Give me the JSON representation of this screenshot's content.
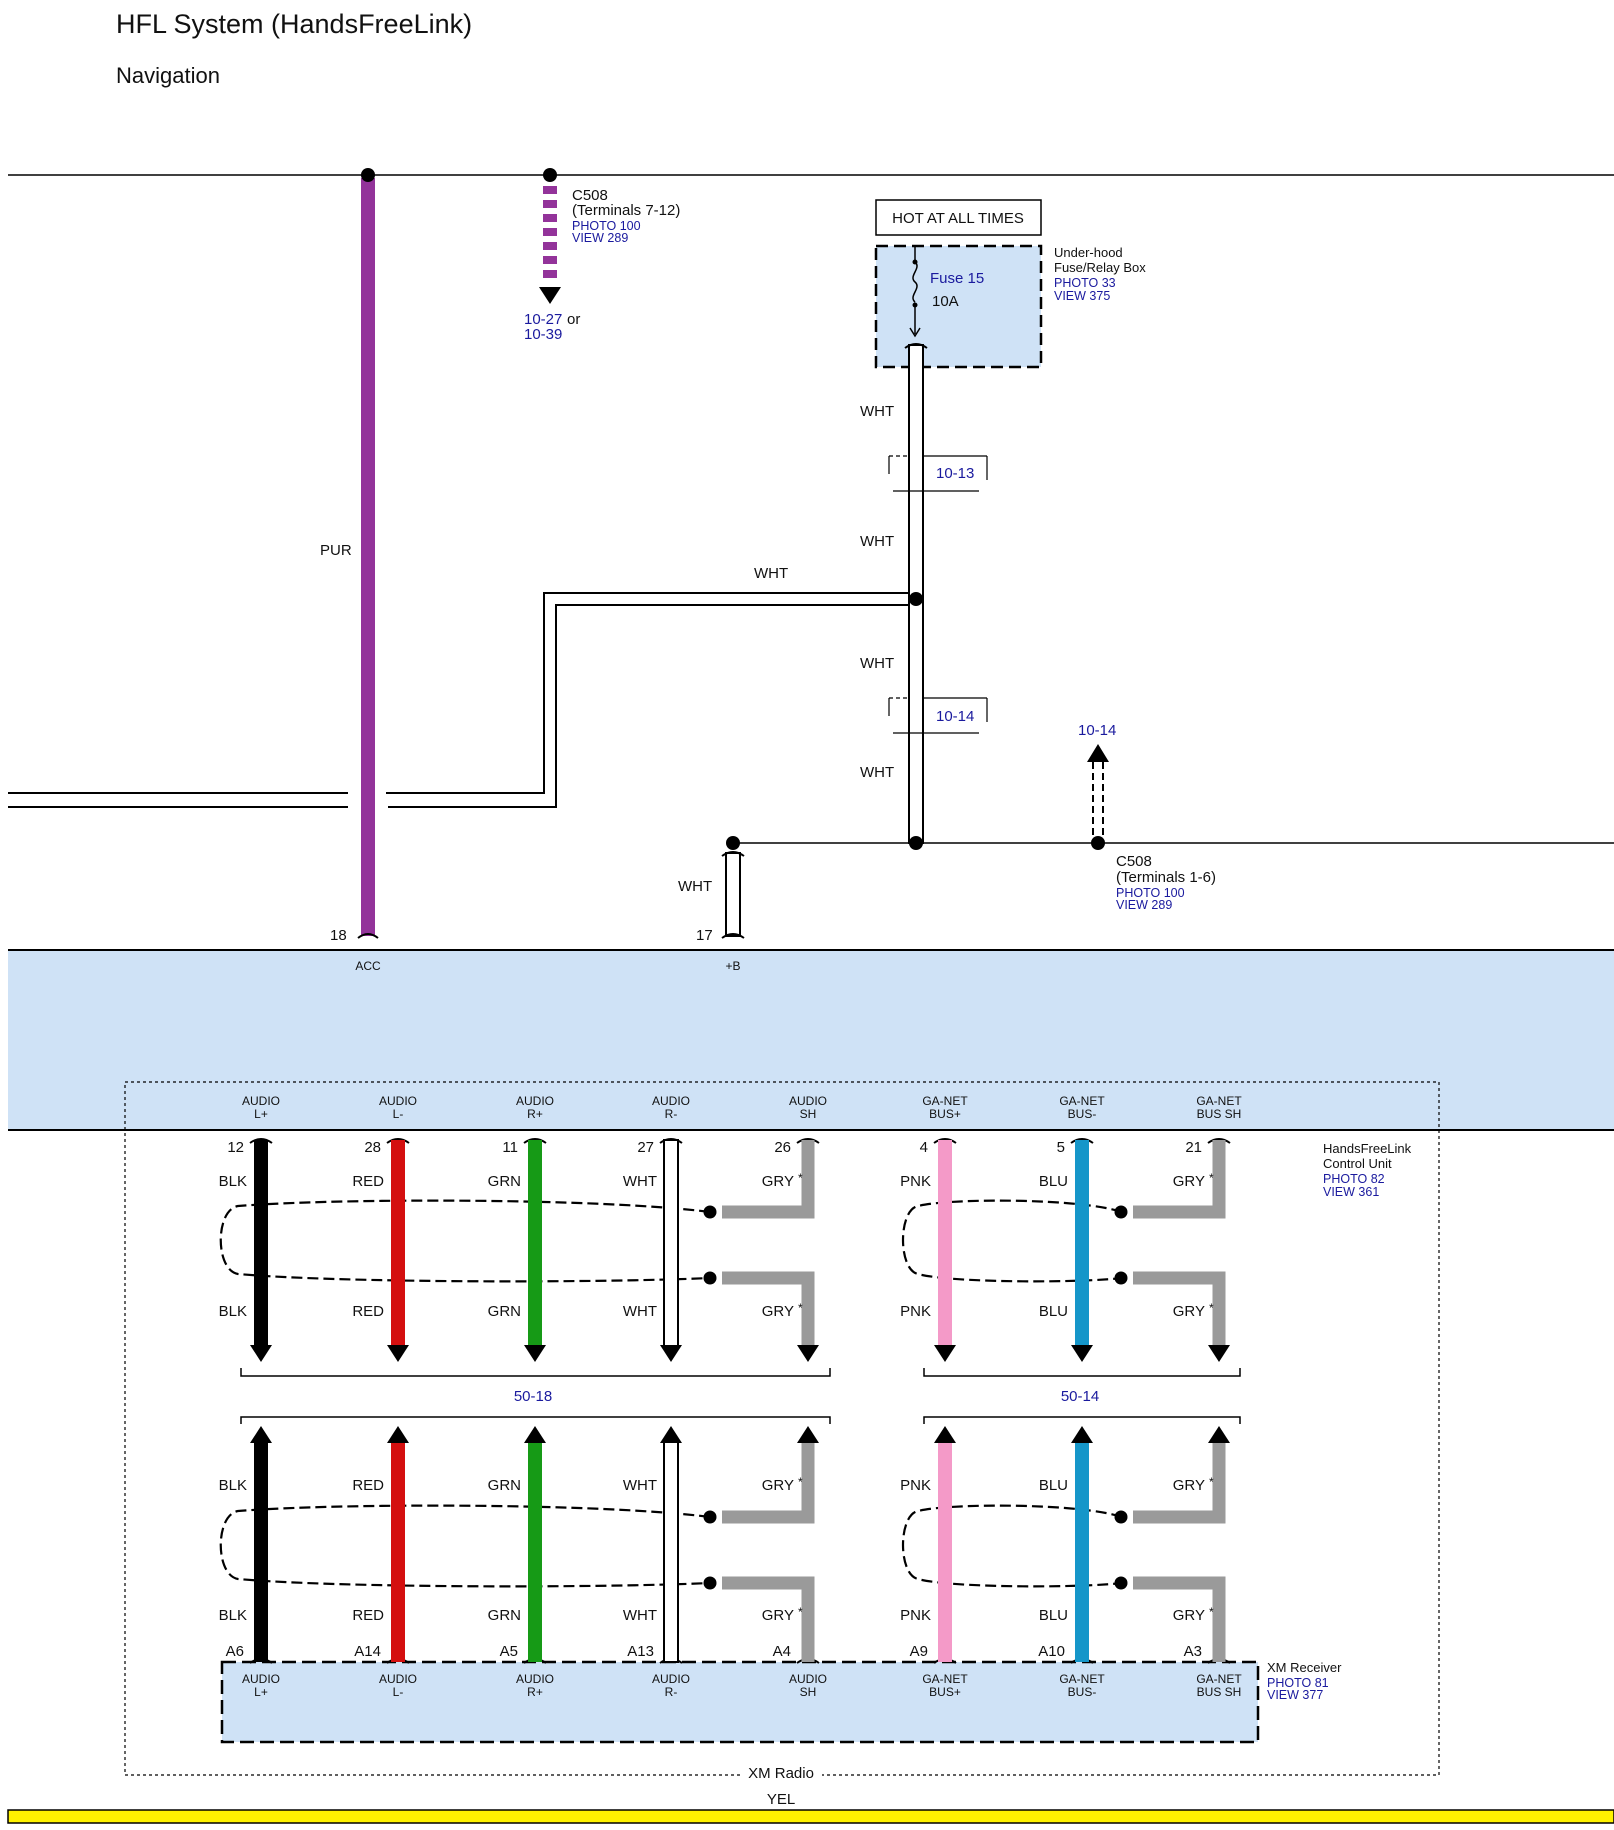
{
  "page": {
    "title": "HFL System (HandsFreeLink)",
    "subtitle": "Navigation"
  },
  "colors": {
    "PUR": "#93339a",
    "BLK": "#000000",
    "RED": "#d40f0f",
    "GRN": "#169a16",
    "WHT": "#ffffff",
    "GRY": "#9a9a9a",
    "PNK": "#f49ac8",
    "BLU": "#1596c9",
    "YEL": "#fff200",
    "ref_text": "#1a1a9e",
    "component_fill": "#cfe2f6"
  },
  "upper": {
    "pur_wire_label": "PUR",
    "c508_top": {
      "name": "C508",
      "terminals": "(Terminals 7-12)",
      "photo": "PHOTO 100",
      "view": "VIEW 289",
      "ref_line1": "10-27",
      "ref_or": "or",
      "ref_line2": "10-39"
    },
    "hot_label": "HOT AT ALL TIMES",
    "fuse_name": "Fuse 15",
    "fuse_rating": "10A",
    "fusebox": {
      "line1": "Under-hood",
      "line2": "Fuse/Relay Box",
      "photo": "PHOTO 33",
      "view": "VIEW 375"
    },
    "wht_labels": [
      "WHT",
      "WHT",
      "WHT",
      "WHT",
      "WHT",
      "WHT"
    ],
    "splice_refs": [
      "10-13",
      "10-14"
    ],
    "arrow_ref": "10-14",
    "c508_bottom": {
      "name": "C508",
      "terminals": "(Terminals 1-6)",
      "photo": "PHOTO 100",
      "view": "VIEW 289"
    },
    "pins": [
      {
        "number": "18",
        "name": "ACC"
      },
      {
        "number": "17",
        "name": "+B"
      }
    ]
  },
  "hfl_unit": {
    "line1": "HandsFreeLink",
    "line2": "Control Unit",
    "photo": "PHOTO 82",
    "view": "VIEW 361"
  },
  "terminals": [
    {
      "name1": "AUDIO",
      "name2": "L+",
      "hfl_pin": "12",
      "xm_pin": "A6",
      "color": "BLK"
    },
    {
      "name1": "AUDIO",
      "name2": "L-",
      "hfl_pin": "28",
      "xm_pin": "A14",
      "color": "RED"
    },
    {
      "name1": "AUDIO",
      "name2": "R+",
      "hfl_pin": "11",
      "xm_pin": "A5",
      "color": "GRN"
    },
    {
      "name1": "AUDIO",
      "name2": "R-",
      "hfl_pin": "27",
      "xm_pin": "A13",
      "color": "WHT"
    },
    {
      "name1": "AUDIO",
      "name2": "SH",
      "hfl_pin": "26",
      "xm_pin": "A4",
      "color": "GRY",
      "star": "*"
    },
    {
      "name1": "GA-NET",
      "name2": "BUS+",
      "hfl_pin": "4",
      "xm_pin": "A9",
      "color": "PNK"
    },
    {
      "name1": "GA-NET",
      "name2": "BUS-",
      "hfl_pin": "5",
      "xm_pin": "A10",
      "color": "BLU"
    },
    {
      "name1": "GA-NET",
      "name2": "BUS SH",
      "hfl_pin": "21",
      "xm_pin": "A3",
      "color": "GRY",
      "star": "*"
    }
  ],
  "connector_refs": [
    "50-18",
    "50-14"
  ],
  "xm_receiver": {
    "name": "XM Receiver",
    "photo": "PHOTO 81",
    "view": "VIEW 377"
  },
  "xm_radio_label": "XM Radio",
  "bottom_wire_label": "YEL"
}
